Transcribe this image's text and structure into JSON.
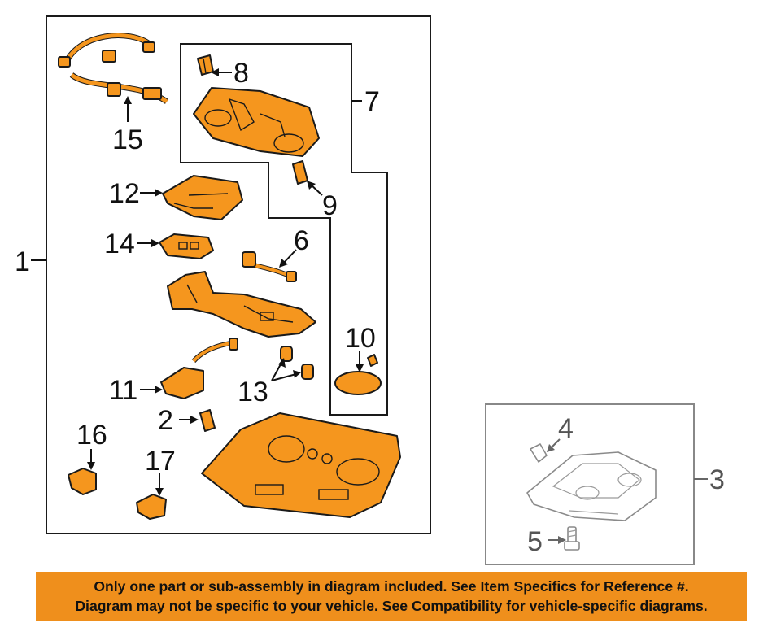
{
  "callouts": {
    "n1": "1",
    "n2": "2",
    "n3": "3",
    "n4": "4",
    "n5": "5",
    "n6": "6",
    "n7": "7",
    "n8": "8",
    "n9": "9",
    "n10": "10",
    "n11": "11",
    "n12": "12",
    "n13": "13",
    "n14": "14",
    "n15": "15",
    "n16": "16",
    "n17": "17"
  },
  "notice": {
    "line1": "Only one part or sub-assembly in diagram included. See Item Specifics for Reference #.",
    "line2": "Diagram may not be specific to your vehicle. See Compatibility for vehicle-specific diagrams."
  },
  "colors": {
    "part_fill": "#f5961e",
    "banner_background": "#ef8f1c",
    "ghost_outline": "#8a8a8a"
  }
}
